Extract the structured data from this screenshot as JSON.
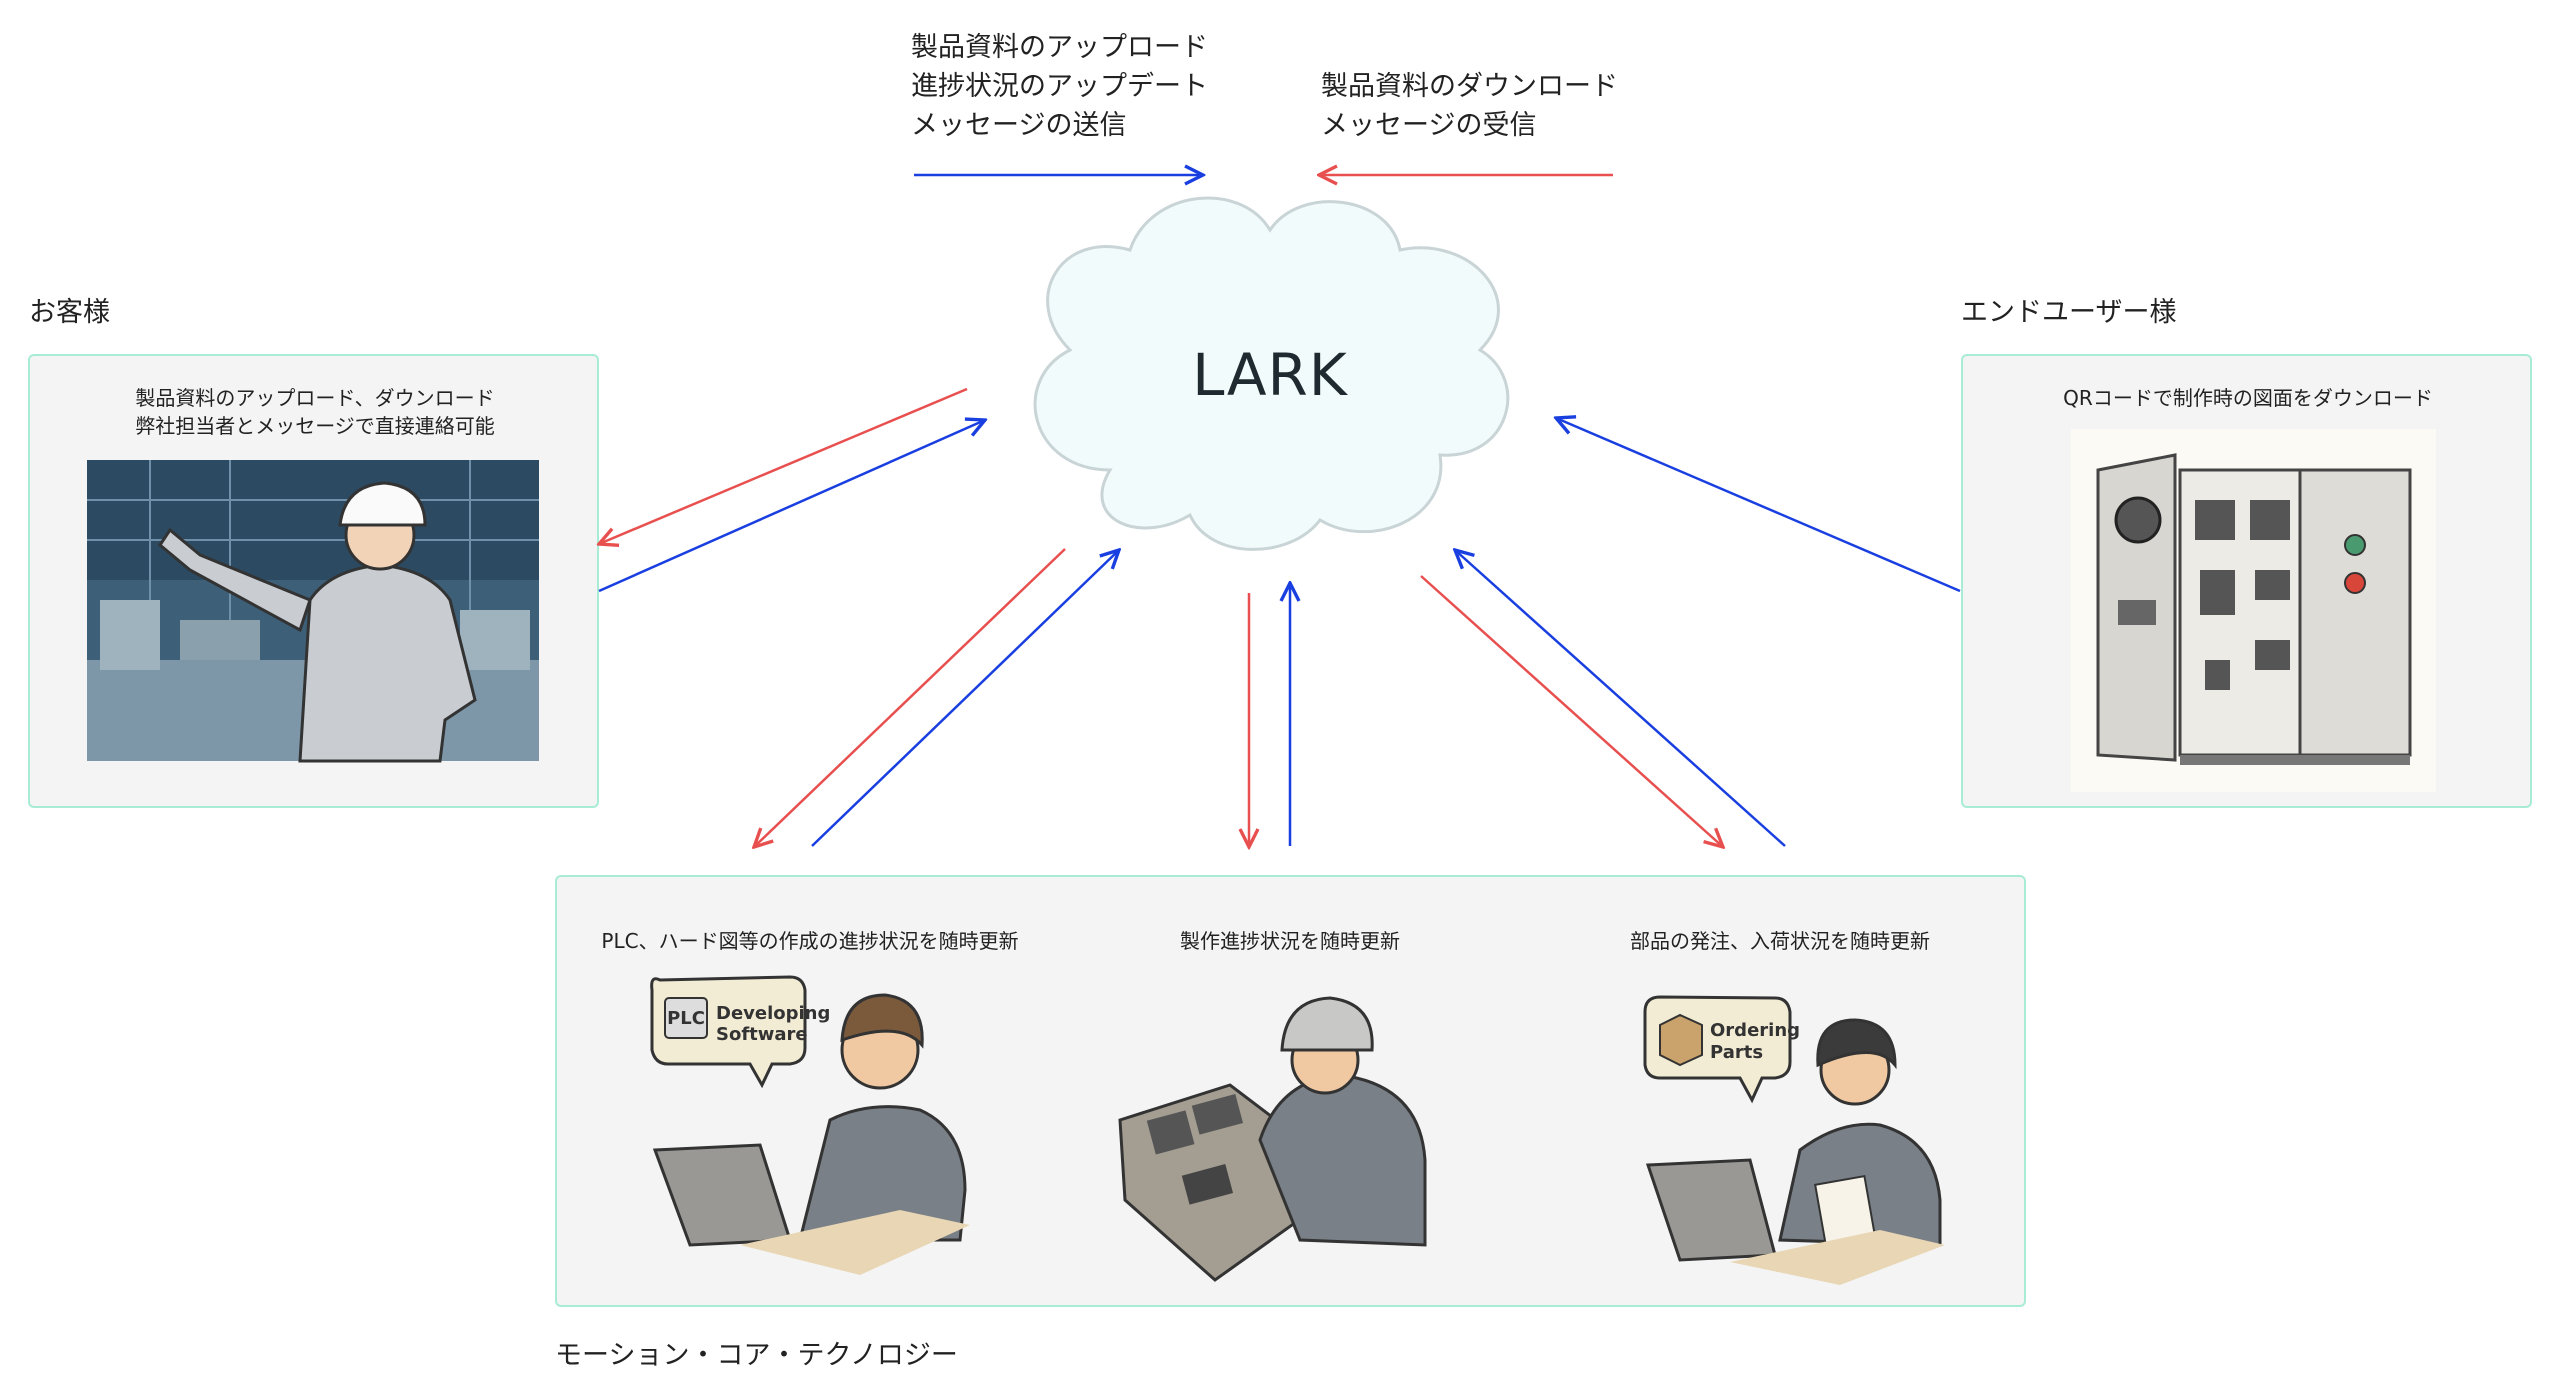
{
  "legend": {
    "upload_lines": [
      "製品資料のアップロード",
      "進捗状況のアップデート",
      "メッセージの送信"
    ],
    "download_lines": [
      "製品資料のダウンロード",
      "メッセージの受信"
    ],
    "upload_color": "#1a3fe0",
    "download_color": "#e85050"
  },
  "cloud": {
    "label": "LARK"
  },
  "customer": {
    "title": "お客様",
    "lines": [
      "製品資料のアップロード、ダウンロード",
      "弊社担当者とメッセージで直接連絡可能"
    ]
  },
  "end_user": {
    "title": "エンドユーザー様",
    "lines": [
      "QRコードで制作時の図面をダウンロード"
    ]
  },
  "company": {
    "title": "モーション・コア・テクノロジー",
    "roles": [
      {
        "caption": "PLC、ハード図等の作成の進捗状況を随時更新",
        "bubble_badge": "PLC",
        "bubble_lines": [
          "Developing",
          "Software"
        ]
      },
      {
        "caption": "製作進捗状況を随時更新"
      },
      {
        "caption": "部品の発注、入荷状況を随時更新",
        "bubble_lines": [
          "Ordering",
          "Parts"
        ]
      }
    ]
  }
}
